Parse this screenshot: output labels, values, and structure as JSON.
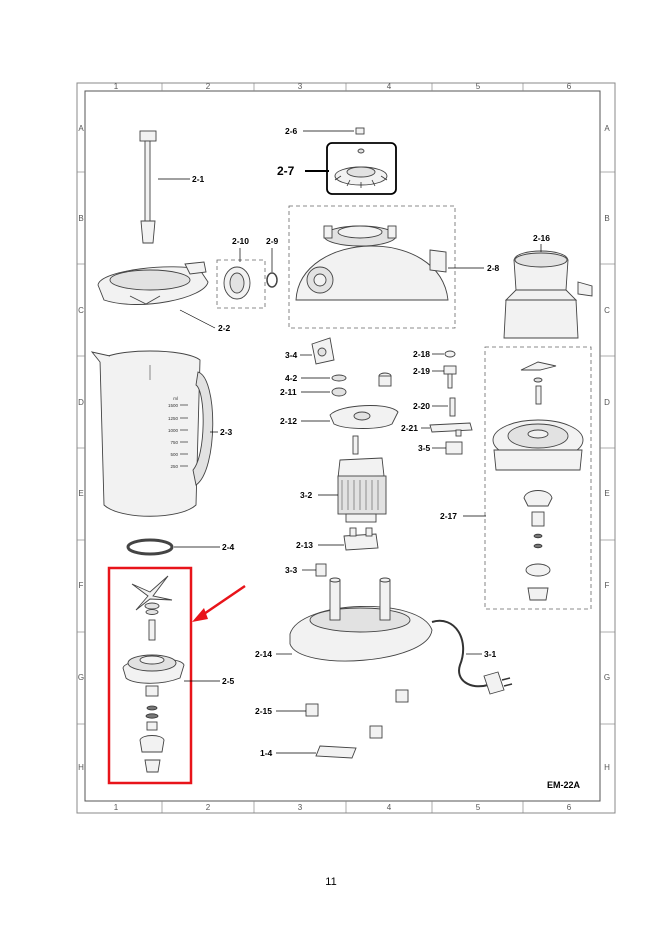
{
  "grid": {
    "columns": [
      "1",
      "2",
      "3",
      "4",
      "5",
      "6"
    ],
    "rows": [
      "A",
      "B",
      "C",
      "D",
      "E",
      "F",
      "G",
      "H"
    ]
  },
  "labels": {
    "p2_1": "2-1",
    "p2_2": "2-2",
    "p2_3": "2-3",
    "p2_4": "2-4",
    "p2_5": "2-5",
    "p2_6": "2-6",
    "p2_7": "2-7",
    "p2_8": "2-8",
    "p2_9": "2-9",
    "p2_10": "2-10",
    "p2_11": "2-11",
    "p2_12": "2-12",
    "p2_13": "2-13",
    "p2_14": "2-14",
    "p2_15": "2-15",
    "p2_16": "2-16",
    "p2_17": "2-17",
    "p2_18": "2-18",
    "p2_19": "2-19",
    "p2_20": "2-20",
    "p2_21": "2-21",
    "p3_1": "3-1",
    "p3_2": "3-2",
    "p3_3": "3-3",
    "p3_4": "3-4",
    "p3_5": "3-5",
    "p4_2": "4-2",
    "p1_4": "1-4"
  },
  "model_code": "EM-22A",
  "page_number": "11",
  "jar_scale": [
    "ml",
    "1500",
    "1250",
    "1000",
    "750",
    "500",
    "250"
  ],
  "colors": {
    "highlight": "#e8141a",
    "callout_border": "#000000"
  }
}
